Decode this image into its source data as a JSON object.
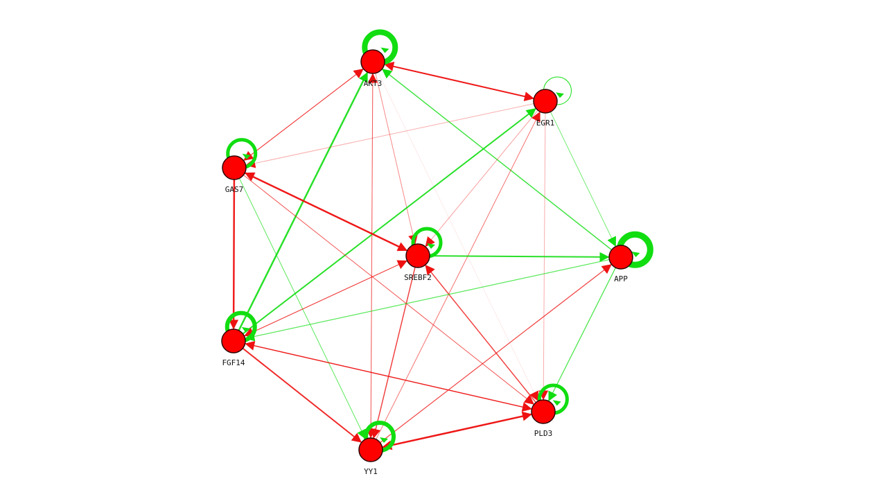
{
  "colors": {
    "node_fill": "#ff0000",
    "node_stroke": "#2b0000",
    "red": "#ee1111",
    "green": "#11dd11",
    "background": "#ffffff"
  },
  "nodes": [
    {
      "id": "AKT3",
      "label": "AKT3"
    },
    {
      "id": "EGR1",
      "label": "EGR1"
    },
    {
      "id": "GAS7",
      "label": "GAS7"
    },
    {
      "id": "SREBF2",
      "label": "SREBF2"
    },
    {
      "id": "APP",
      "label": "APP"
    },
    {
      "id": "FGF14",
      "label": "FGF14"
    },
    {
      "id": "PLD3",
      "label": "PLD3"
    },
    {
      "id": "YY1",
      "label": "YY1"
    }
  ],
  "self_loops": [
    {
      "node": "AKT3",
      "color": "green",
      "weight": 8
    },
    {
      "node": "EGR1",
      "color": "green",
      "weight": 1
    },
    {
      "node": "GAS7",
      "color": "green",
      "weight": 5
    },
    {
      "node": "SREBF2",
      "color": "green",
      "weight": 5
    },
    {
      "node": "APP",
      "color": "green",
      "weight": 9
    },
    {
      "node": "FGF14",
      "color": "green",
      "weight": 6
    },
    {
      "node": "PLD3",
      "color": "green",
      "weight": 5
    },
    {
      "node": "YY1",
      "color": "green",
      "weight": 6
    }
  ],
  "edges": [
    {
      "from": "AKT3",
      "to": "EGR1",
      "color": "red",
      "weight": 2,
      "opacity": 0.9
    },
    {
      "from": "EGR1",
      "to": "AKT3",
      "color": "red",
      "weight": 1.5,
      "opacity": 0.8
    },
    {
      "from": "GAS7",
      "to": "AKT3",
      "color": "red",
      "weight": 1,
      "opacity": 0.7
    },
    {
      "from": "AKT3",
      "to": "GAS7",
      "color": "red",
      "weight": 1,
      "opacity": 0.6
    },
    {
      "from": "FGF14",
      "to": "AKT3",
      "color": "green",
      "weight": 2.5,
      "opacity": 0.9
    },
    {
      "from": "APP",
      "to": "AKT3",
      "color": "green",
      "weight": 1.5,
      "opacity": 0.8
    },
    {
      "from": "YY1",
      "to": "AKT3",
      "color": "red",
      "weight": 1,
      "opacity": 0.5
    },
    {
      "from": "AKT3",
      "to": "YY1",
      "color": "red",
      "weight": 1,
      "opacity": 0.4
    },
    {
      "from": "AKT3",
      "to": "SREBF2",
      "color": "red",
      "weight": 1,
      "opacity": 0.5
    },
    {
      "from": "AKT3",
      "to": "PLD3",
      "color": "red",
      "weight": 0.6,
      "opacity": 0.15
    },
    {
      "from": "EGR1",
      "to": "GAS7",
      "color": "red",
      "weight": 1,
      "opacity": 0.35
    },
    {
      "from": "FGF14",
      "to": "EGR1",
      "color": "green",
      "weight": 2,
      "opacity": 0.9
    },
    {
      "from": "EGR1",
      "to": "SREBF2",
      "color": "red",
      "weight": 1,
      "opacity": 0.4
    },
    {
      "from": "YY1",
      "to": "EGR1",
      "color": "red",
      "weight": 1,
      "opacity": 0.6
    },
    {
      "from": "EGR1",
      "to": "APP",
      "color": "green",
      "weight": 1,
      "opacity": 0.6
    },
    {
      "from": "EGR1",
      "to": "PLD3",
      "color": "red",
      "weight": 1,
      "opacity": 0.35
    },
    {
      "from": "GAS7",
      "to": "SREBF2",
      "color": "red",
      "weight": 2.5,
      "opacity": 0.95
    },
    {
      "from": "SREBF2",
      "to": "GAS7",
      "color": "red",
      "weight": 1,
      "opacity": 0.6
    },
    {
      "from": "GAS7",
      "to": "FGF14",
      "color": "red",
      "weight": 2.5,
      "opacity": 0.95
    },
    {
      "from": "GAS7",
      "to": "YY1",
      "color": "green",
      "weight": 1,
      "opacity": 0.7
    },
    {
      "from": "GAS7",
      "to": "PLD3",
      "color": "red",
      "weight": 1,
      "opacity": 0.7
    },
    {
      "from": "SREBF2",
      "to": "APP",
      "color": "green",
      "weight": 2,
      "opacity": 0.9
    },
    {
      "from": "FGF14",
      "to": "SREBF2",
      "color": "red",
      "weight": 1,
      "opacity": 0.7
    },
    {
      "from": "SREBF2",
      "to": "FGF14",
      "color": "red",
      "weight": 1,
      "opacity": 0.5
    },
    {
      "from": "SREBF2",
      "to": "YY1",
      "color": "red",
      "weight": 1.5,
      "opacity": 0.8
    },
    {
      "from": "PLD3",
      "to": "SREBF2",
      "color": "red",
      "weight": 1.5,
      "opacity": 0.8
    },
    {
      "from": "APP",
      "to": "FGF14",
      "color": "green",
      "weight": 1.2,
      "opacity": 0.7
    },
    {
      "from": "YY1",
      "to": "APP",
      "color": "red",
      "weight": 1.2,
      "opacity": 0.8
    },
    {
      "from": "APP",
      "to": "PLD3",
      "color": "green",
      "weight": 1.2,
      "opacity": 0.8
    },
    {
      "from": "FGF14",
      "to": "YY1",
      "color": "red",
      "weight": 2,
      "opacity": 0.9
    },
    {
      "from": "FGF14",
      "to": "PLD3",
      "color": "red",
      "weight": 1.5,
      "opacity": 0.85
    },
    {
      "from": "PLD3",
      "to": "FGF14",
      "color": "red",
      "weight": 1,
      "opacity": 0.7
    },
    {
      "from": "YY1",
      "to": "PLD3",
      "color": "red",
      "weight": 2.5,
      "opacity": 0.95
    },
    {
      "from": "PLD3",
      "to": "YY1",
      "color": "red",
      "weight": 1,
      "opacity": 0.7
    }
  ]
}
